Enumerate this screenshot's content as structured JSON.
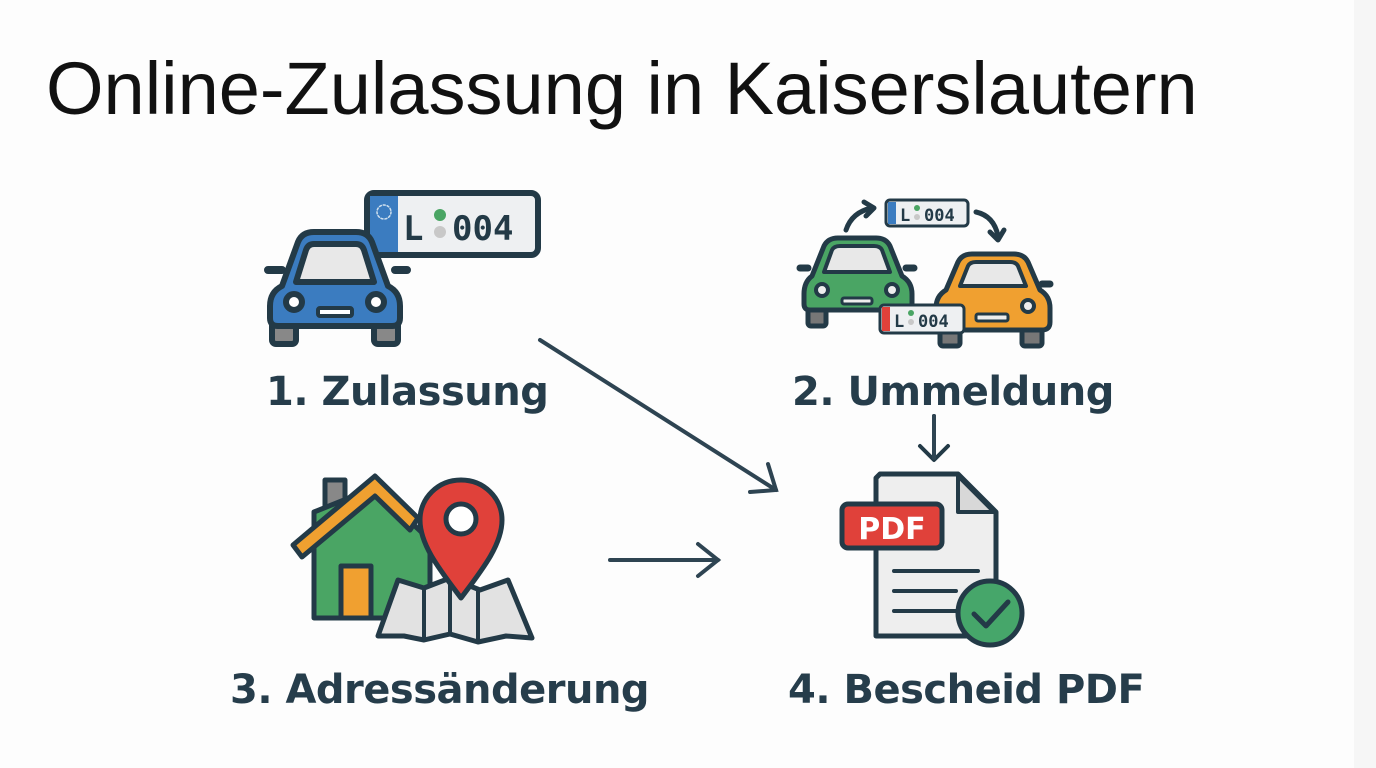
{
  "title": "Online-Zulassung in Kaiserslautern",
  "steps": [
    {
      "number": "1.",
      "label": "1. Zulassung",
      "icon": "car-with-license-plate-icon",
      "plate": "L 004"
    },
    {
      "number": "2.",
      "label": "2. Ummeldung",
      "icon": "cars-plate-transfer-icon",
      "plate": "L 004"
    },
    {
      "number": "3.",
      "label": "3. Adressänderung",
      "icon": "house-map-pin-icon"
    },
    {
      "number": "4.",
      "label": "4. Bescheid PDF",
      "icon": "pdf-document-check-icon",
      "badge": "PDF"
    }
  ],
  "colors": {
    "text": "#263d4b",
    "outline": "#233a47",
    "car_blue": "#3b7cc0",
    "car_green": "#4aa564",
    "car_orange": "#f0a030",
    "red": "#e0413a",
    "green_check": "#46a66a"
  }
}
